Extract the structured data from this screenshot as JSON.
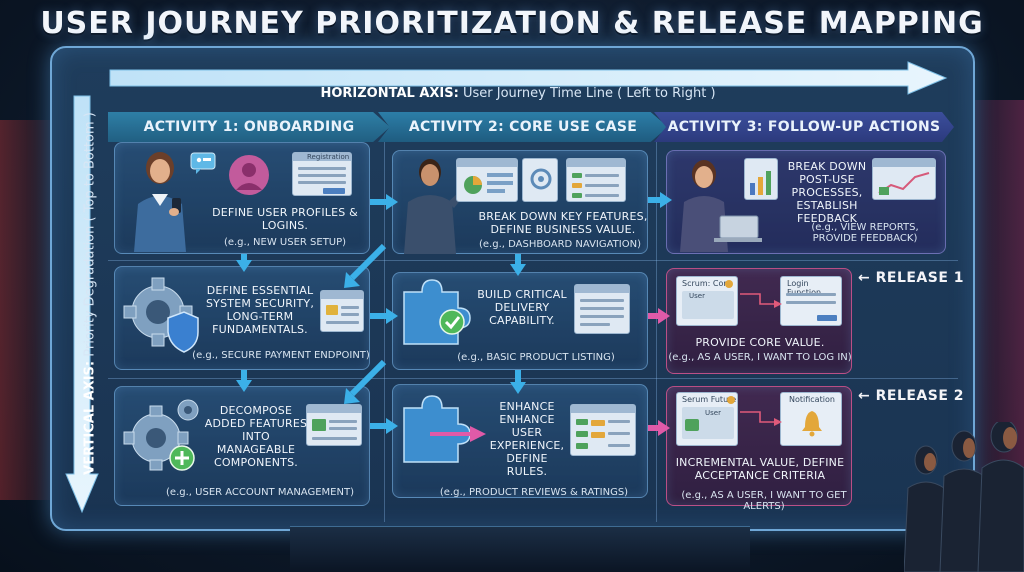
{
  "title": "USER JOURNEY PRIORITIZATION & RELEASE MAPPING",
  "axes": {
    "horizontal": {
      "prefix": "HORIZONTAL AXIS:",
      "text": "User Journey Time Line ( Left to Right )"
    },
    "vertical": {
      "prefix": "VERTICAL AXIS:",
      "text": "Priority Degradation ( Top to Bottom )"
    }
  },
  "activities": [
    {
      "label": "ACTIVITY 1: ONBOARDING"
    },
    {
      "label": "ACTIVITY 2: CORE USE CASE"
    },
    {
      "label": "ACTIVITY 3: FOLLOW-UP ACTIONS"
    }
  ],
  "cards": {
    "r1c1": {
      "text": "DEFINE USER PROFILES & LOGINS.",
      "example": "(e.g., NEW USER SETUP)",
      "ui_caption": "Registration"
    },
    "r1c2": {
      "text": "BREAK DOWN KEY FEATURES, DEFINE BUSINESS VALUE.",
      "example": "(e.g., DASHBOARD NAVIGATION)"
    },
    "r1c3": {
      "text": "BREAK DOWN POST-USE PROCESSES, ESTABLISH FEEDBACK",
      "example": "(e.g., VIEW REPORTS, PROVIDE FEEDBACK)"
    },
    "r2c1": {
      "text": "DEFINE ESSENTIAL SYSTEM SECURITY, LONG-TERM FUNDAMENTALS.",
      "example": "(e.g., SECURE PAYMENT ENDPOINT)"
    },
    "r2c2": {
      "text": "BUILD CRITICAL DELIVERY CAPABILITY.",
      "example": "(e.g., BASIC PRODUCT LISTING)"
    },
    "r2c3": {
      "text": "PROVIDE CORE VALUE.",
      "example": "(e.g., AS A USER, I WANT TO LOG IN)",
      "ui_caption_left": "Scrum: Core",
      "ui_user": "User",
      "ui_caption_right": "Login Function"
    },
    "r3c1": {
      "text": "DECOMPOSE ADDED FEATURES INTO MANAGEABLE COMPONENTS.",
      "example": "(e.g., USER ACCOUNT MANAGEMENT)"
    },
    "r3c2": {
      "text": "ENHANCE ENHANCE USER EXPERIENCE, DEFINE RULES.",
      "example": "(e.g., PRODUCT REVIEWS & RATINGS)"
    },
    "r3c3": {
      "text": "INCREMENTAL VALUE, DEFINE ACCEPTANCE CRITERIA",
      "example": "(e.g., AS A USER, I WANT TO GET ALERTS)",
      "ui_caption_left": "Serum Future",
      "ui_user": "User",
      "ui_caption_right": "Notification"
    }
  },
  "releases": [
    {
      "label": "← RELEASE 1"
    },
    {
      "label": "← RELEASE 2"
    }
  ],
  "colors": {
    "board_border": "#6fa7d6",
    "release_border": "#dc5a96",
    "flow_arrow": "#3bb0e8",
    "release_arrow": "#e05aa8"
  }
}
